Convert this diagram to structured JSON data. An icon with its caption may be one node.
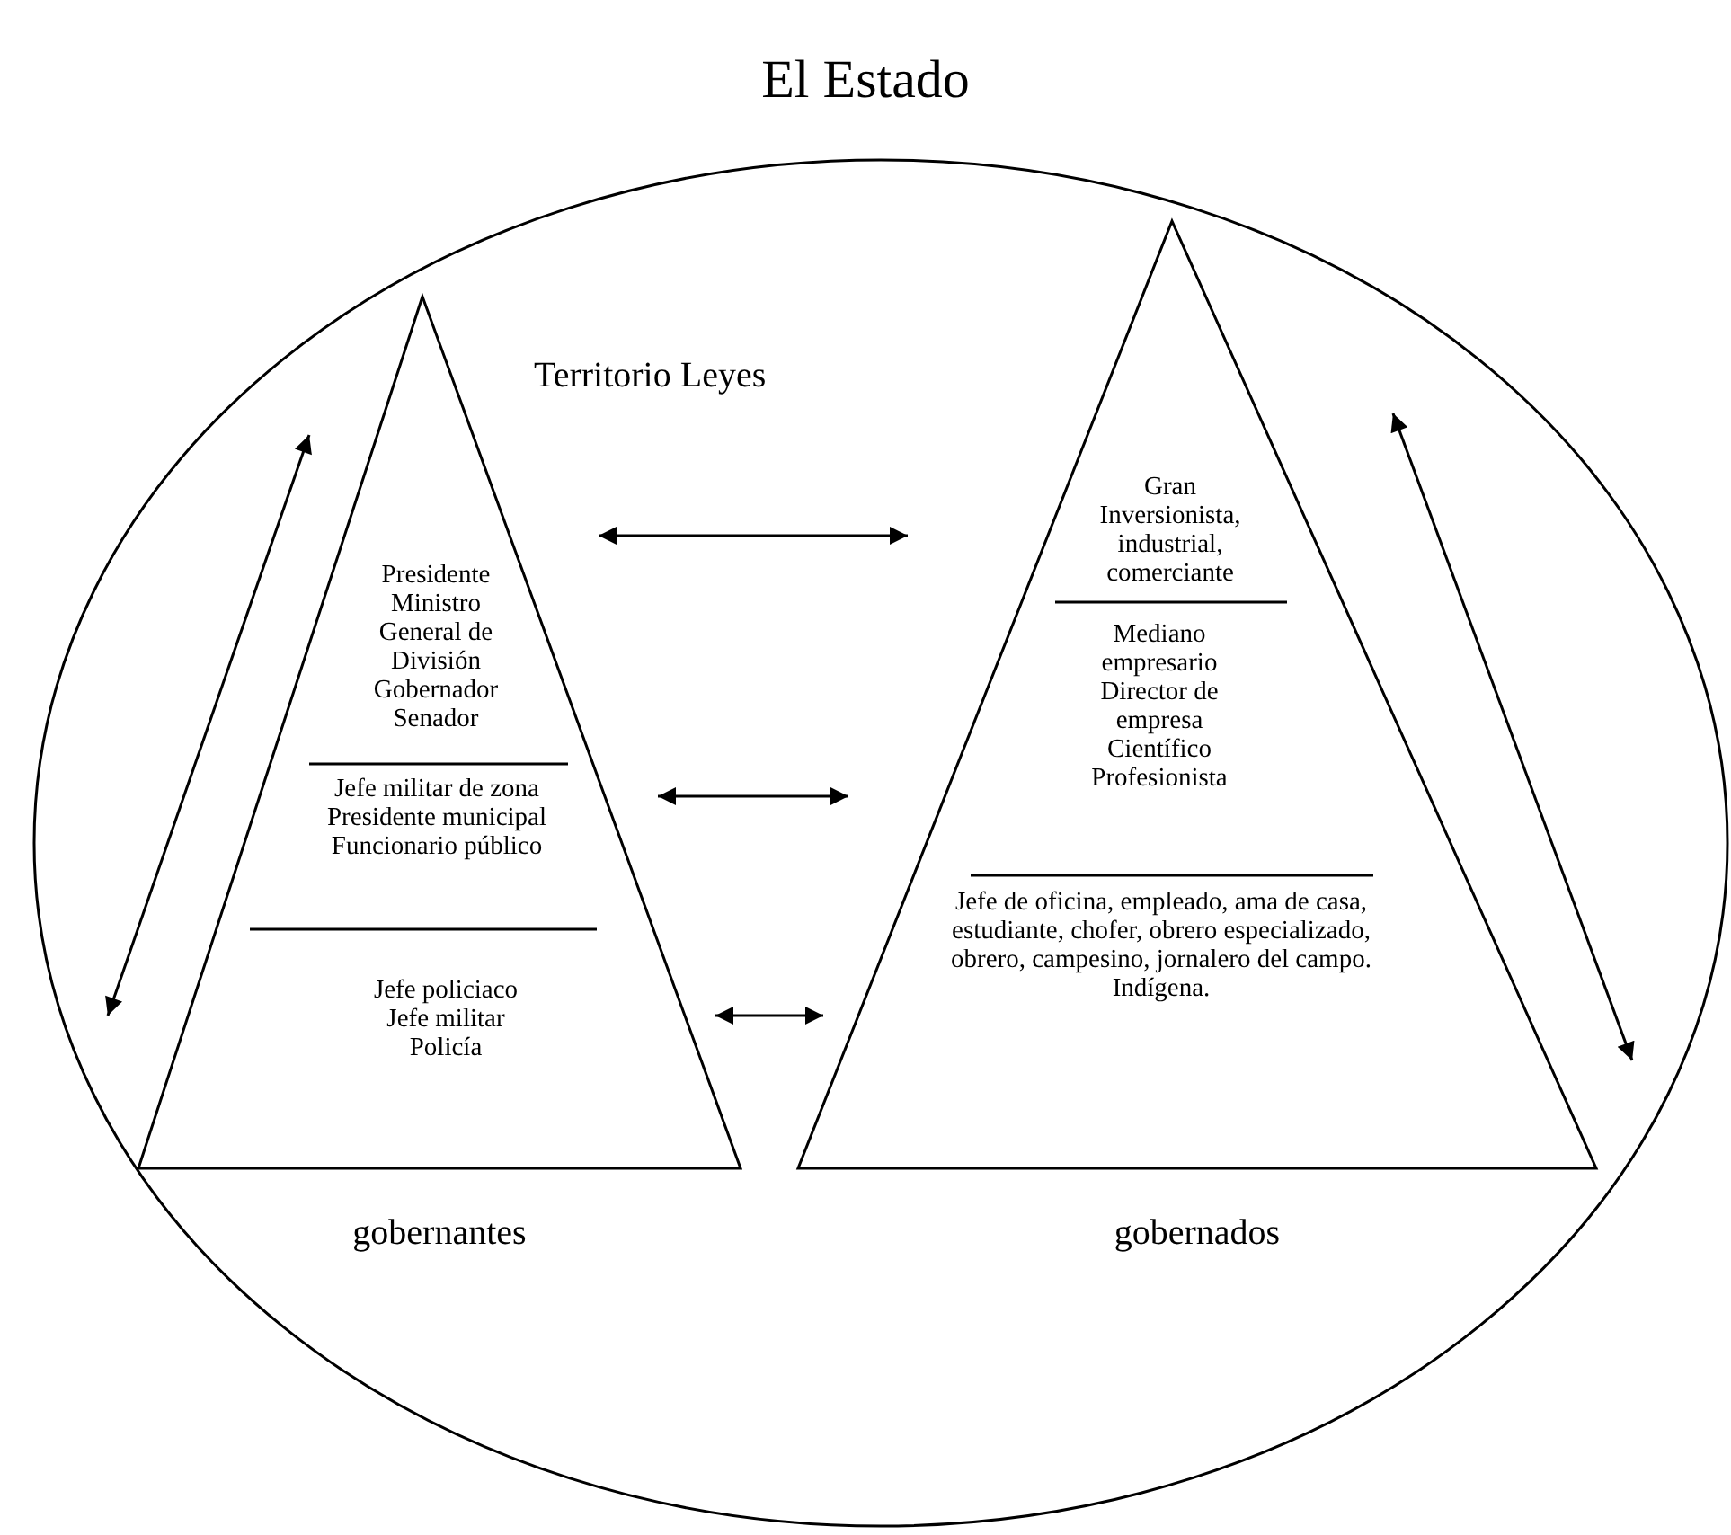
{
  "diagram": {
    "title": "El Estado",
    "nodes": [
      {
        "text": [
          "Territorio Leyes"
        ]
      },
      {
        "text": [
          "gobernantes"
        ],
        "in": 0
      },
      {
        "text": [
          "Presidente Ministro General de División Gobernador Senador"
        ],
        "in": 1
      },
      {
        "text": [
          "Jefe militar de zona Presidente municipal Funcionario público"
        ],
        "in": 1
      },
      {
        "text": [
          "Jefe policiaco Jefe militar Policía"
        ],
        "in": 1
      },
      {
        "text": [
          "gobernados"
        ],
        "in": 0
      },
      {
        "text": [
          "Gran Inversionista, industrial, comerciante"
        ],
        "in": 5
      },
      {
        "text": [
          "Mediano empresario Director de empresa Científico Profesionista"
        ],
        "in": 5
      },
      {
        "text": [
          "Jefe de oficina, empleado, ama de casa, estudiante, chofer, obrero especializado, obrero, campesino, jornalero del campo. Indígena."
        ],
        "in": 5
      }
    ],
    "edges": [
      {
        "from": 1,
        "to": 5,
        "arrow": "both"
      },
      {
        "from": 1,
        "to": 5,
        "arrow": "both"
      },
      {
        "from": 1,
        "to": 5,
        "arrow": "both"
      }
    ]
  }
}
